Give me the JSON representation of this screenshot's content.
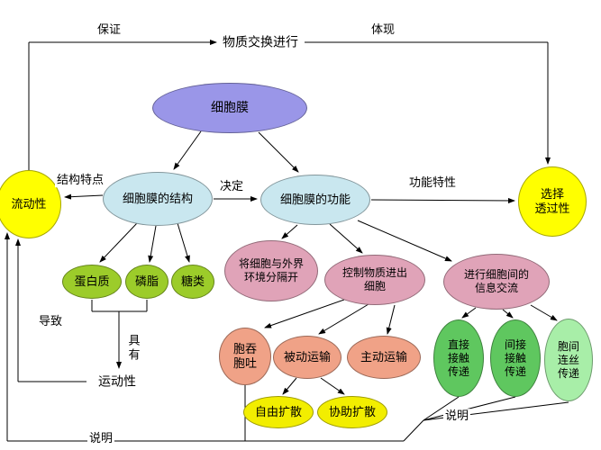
{
  "palette": {
    "purple": "#9a96e8",
    "light_blue": "#c9e7ef",
    "yellow": "#ffff00",
    "yellow_green": "#9ccc2a",
    "rose": "#e0a3b8",
    "salmon": "#f0a287",
    "bright_yellow": "#f2ee00",
    "green": "#5fc75f",
    "light_green": "#a8eea8"
  },
  "nodes": {
    "cell_membrane": "细胞膜",
    "membrane_structure": "细胞膜的结构",
    "membrane_function": "细胞膜的功能",
    "fluidity": "流动性",
    "selective_permeability": "选择\n透过性",
    "protein": "蛋白质",
    "phospholipid": "磷脂",
    "carbohydrate": "糖类",
    "separate": "将细胞与外界\n环境分隔开",
    "control": "控制物质进出\n细胞",
    "communication": "进行细胞间的\n信息交流",
    "endo_exo": "胞吞\n胞吐",
    "passive": "被动运输",
    "active": "主动运输",
    "free_diffusion": "自由扩散",
    "facilitated_diffusion": "协助扩散",
    "direct_contact": "直接\n接触\n传递",
    "indirect_contact": "间接\n接触\n传递",
    "plasmodesmata": "胞间\n连丝\n传递"
  },
  "texts": {
    "material_exchange": "物质交换进行",
    "motility": "运动性"
  },
  "edge_labels": {
    "guarantee": "保证",
    "reflect": "体现",
    "structural_feature": "结构特点",
    "determine": "决定",
    "functional_property": "功能特性",
    "cause": "导致",
    "possess": "具\n有",
    "explain_right": "说明",
    "explain_bottom": "说明"
  }
}
